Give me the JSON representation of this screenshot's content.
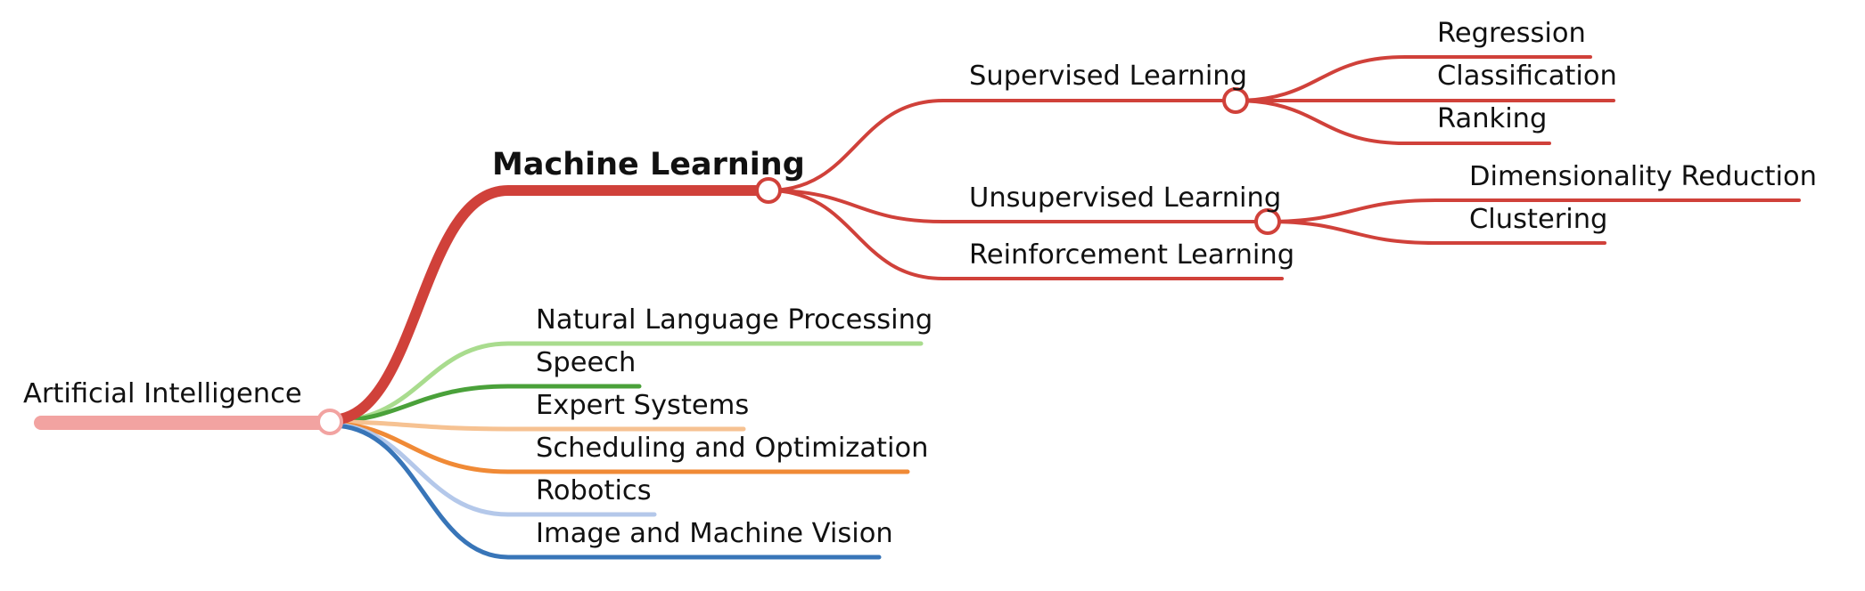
{
  "mindmap": {
    "root": {
      "label": "Artificial Intelligence",
      "color": "#f2a3a1"
    },
    "branches": {
      "machine_learning": {
        "label": "Machine Learning",
        "color": "#d0413a",
        "children": {
          "supervised": {
            "label": "Supervised Learning",
            "children": [
              "Regression",
              "Classification",
              "Ranking"
            ]
          },
          "unsupervised": {
            "label": "Unsupervised Learning",
            "children": [
              "Dimensionality Reduction",
              "Clustering"
            ]
          },
          "reinforcement": {
            "label": "Reinforcement Learning"
          }
        }
      },
      "nlp": {
        "label": "Natural Language Processing",
        "color": "#a9dc8e"
      },
      "speech": {
        "label": "Speech",
        "color": "#4aa13a"
      },
      "expert": {
        "label": "Expert Systems",
        "color": "#f6c292"
      },
      "scheduling": {
        "label": "Scheduling and Optimization",
        "color": "#f08a36"
      },
      "robotics": {
        "label": "Robotics",
        "color": "#b4c8ea"
      },
      "vision": {
        "label": "Image and Machine Vision",
        "color": "#3875b8"
      }
    }
  }
}
